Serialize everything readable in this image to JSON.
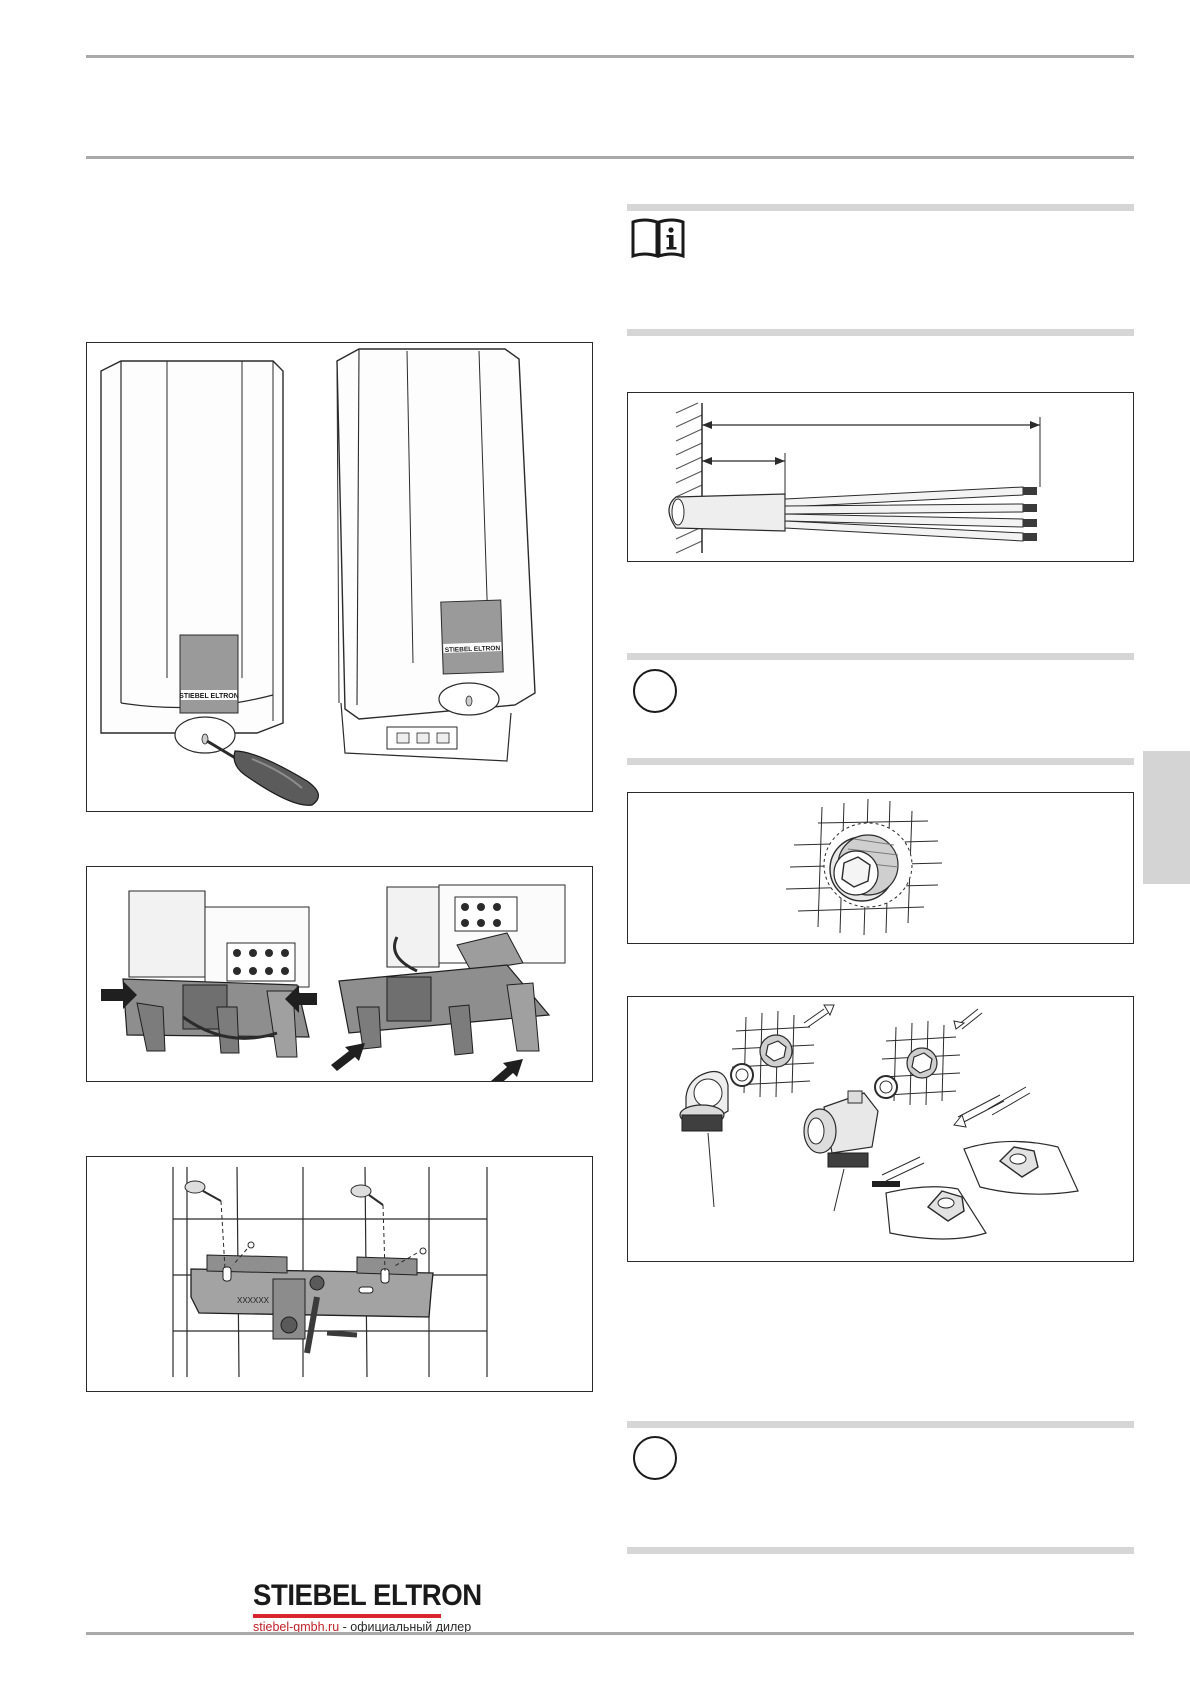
{
  "brand": {
    "logo_text": "STIEBEL ELTRON",
    "dealer_url": "stiebel-gmbh.ru",
    "dealer_caption": " - официальный дилер",
    "accent_color": "#d7252b"
  },
  "figures": {
    "device_front": {
      "label_text": "STIEBEL ELTRON"
    },
    "mounting_bracket": {
      "marking_text": "XXXXXX"
    }
  },
  "icons": {
    "read_manual": "book-info-icon",
    "note_1": "circle-note-icon",
    "note_2": "circle-note-icon"
  }
}
